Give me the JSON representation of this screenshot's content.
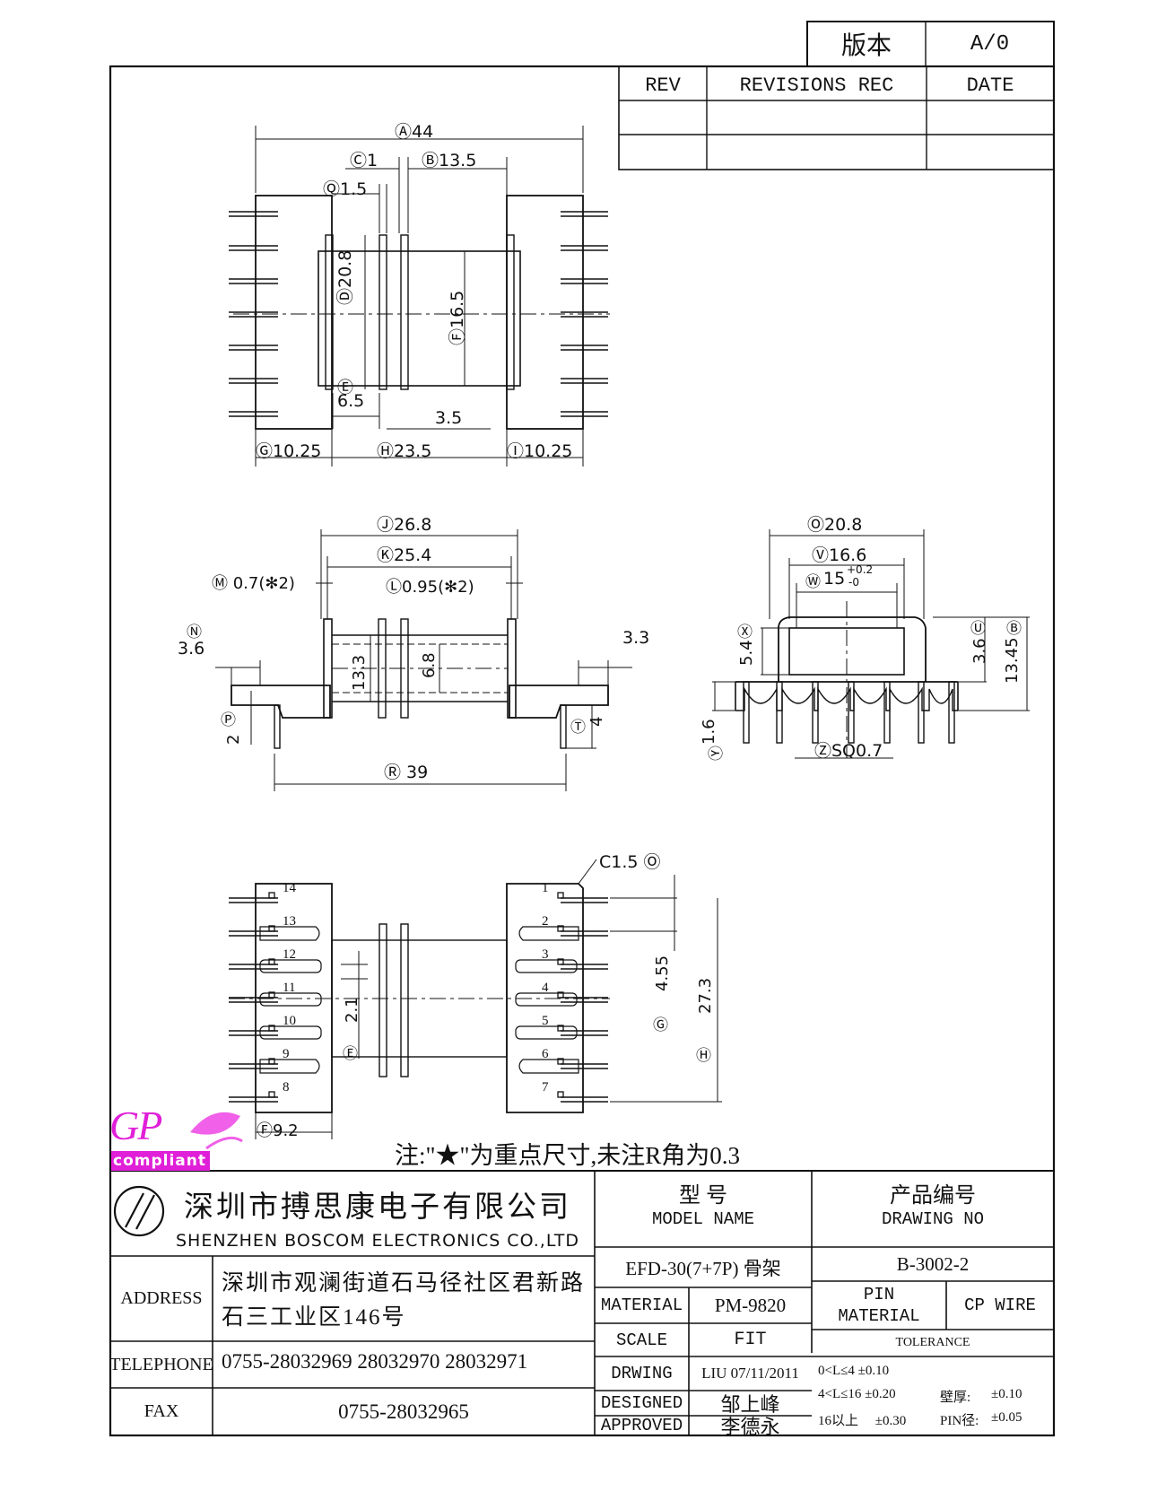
{
  "version_box": {
    "label": "版本",
    "value": "A/0"
  },
  "revision_table": {
    "col_rev": "REV",
    "col_rec": "REVISIONS REC",
    "col_date": "DATE"
  },
  "top_view": {
    "dims": {
      "a": "Ⓐ44",
      "c": "Ⓒ1",
      "b": "Ⓑ13.5",
      "q": "Ⓠ1.5",
      "d": "Ⓓ20.8",
      "f": "Ⓕ16.5",
      "e": "Ⓔ",
      "e_val": "6.5",
      "gap": "3.5",
      "g": "Ⓖ10.25",
      "h": "Ⓗ23.5",
      "i": "Ⓘ10.25"
    }
  },
  "side_view": {
    "dims": {
      "j": "Ⓙ26.8",
      "k": "Ⓚ25.4",
      "m": "Ⓜ 0.7(✻2)",
      "l": "Ⓛ0.95(✻2)",
      "n": "Ⓝ",
      "n_val": "3.6",
      "s_val": "3.3",
      "h1": "13.3",
      "h2": "6.8",
      "p": "Ⓟ",
      "p_val": "2",
      "t": "Ⓣ",
      "t_val": "4",
      "r": "Ⓡ 39"
    }
  },
  "end_view": {
    "dims": {
      "o": "Ⓞ20.8",
      "v": "Ⓥ16.6",
      "w": "Ⓦ",
      "w_val": "15",
      "w_tol_up": "+0.2",
      "w_tol_dn": "-0",
      "x": "Ⓧ",
      "x_val": "5.4",
      "u": "Ⓤ",
      "u_val": "3.6",
      "b": "Ⓑ",
      "b_val": "13.45",
      "y": "Ⓨ",
      "y_val": "1.6",
      "z": "ⓏSQ0.7"
    }
  },
  "bottom_view": {
    "pins_left": [
      "14",
      "13",
      "12",
      "11",
      "10",
      "9",
      "8"
    ],
    "pins_right": [
      "1",
      "2",
      "3",
      "4",
      "5",
      "6",
      "7"
    ],
    "dims": {
      "c": "C1.5 Ⓞ",
      "g": "Ⓖ",
      "g_val": "4.55",
      "h": "Ⓗ",
      "h_val": "27.3",
      "e": "Ⓔ",
      "e_val": "2.1",
      "f": "Ⓕ9.2"
    }
  },
  "logo": {
    "gp": "GP",
    "compliant": "compliant"
  },
  "note": "注:\"★\"为重点尺寸,未注R角为0.3",
  "title_block": {
    "company_cn": "深圳市搏思康电子有限公司",
    "company_en": "SHENZHEN BOSCOM ELECTRONICS CO.,LTD",
    "address_label": "ADDRESS",
    "address_line1": "深圳市观澜街道石马径社区君新路",
    "address_line2": "石三工业区146号",
    "telephone_label": "TELEPHONE",
    "telephone": "0755-28032969 28032970 28032971",
    "fax_label": "FAX",
    "fax": "0755-28032965",
    "model_cn": "型    号",
    "model_en": "MODEL NAME",
    "model_value": "EFD-30(7+7P) 骨架",
    "drawing_cn": "产品编号",
    "drawing_en": "DRAWING NO",
    "drawing_value": "B-3002-2",
    "material_label": "MATERIAL",
    "material_value": "PM-9820",
    "pin_material_l1": "PIN",
    "pin_material_l2": "MATERIAL",
    "pin_material_value": "CP WIRE",
    "scale_label": "SCALE",
    "scale_value": "FIT",
    "tolerance_label": "TOLERANCE",
    "drwing_label": "DRWING",
    "drwing_value": "LIU 07/11/2011",
    "designed_label": "DESIGNED",
    "designed_value": "邹上峰",
    "approved_label": "APPROVED",
    "approved_value": "李德永",
    "tol_1": "0<L≤4  ±0.10",
    "tol_2": "4<L≤16  ±0.20",
    "tol_3": "16以上     ±0.30",
    "wall_label": "壁厚:",
    "wall_value": "±0.10",
    "pin_d_label": "PIN径:",
    "pin_d_value": "±0.05"
  },
  "colors": {
    "line": "#111111",
    "logo_magenta": "#e020d8",
    "logo_leaf": "#f060e8"
  }
}
